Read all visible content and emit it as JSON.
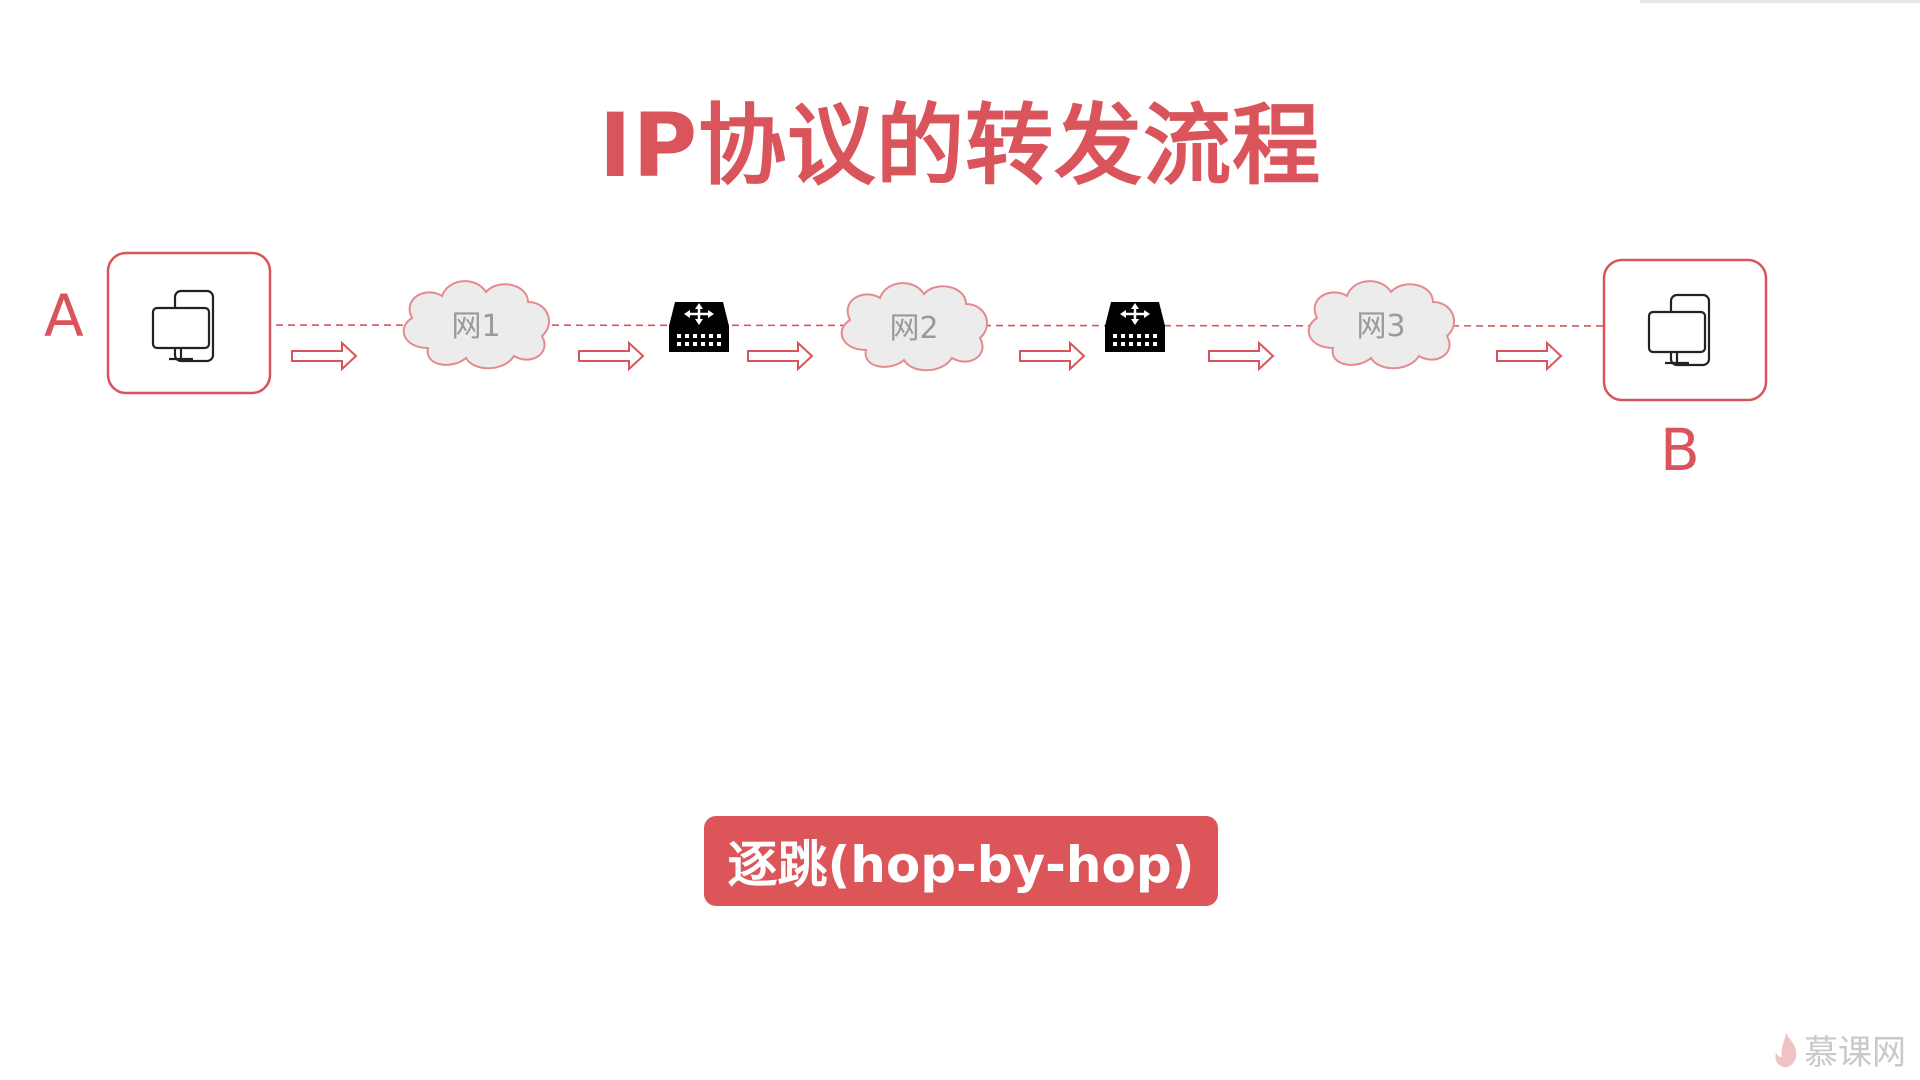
{
  "slide": {
    "title": "IP协议的转发流程",
    "badge_text": "逐跳(hop-by-hop)",
    "watermark_text": "慕课网"
  },
  "diagram": {
    "endpoints": [
      {
        "label": "A",
        "icon": "computer-icon"
      },
      {
        "label": "B",
        "icon": "computer-icon"
      }
    ],
    "networks": [
      {
        "label": "网1"
      },
      {
        "label": "网2"
      },
      {
        "label": "网3"
      }
    ],
    "routers": [
      {
        "icon": "router-icon"
      },
      {
        "icon": "router-icon"
      }
    ],
    "arrow_count": 6
  },
  "colors": {
    "accent": "#d9545b",
    "badge": "#dc5559",
    "cloud_fill": "#ececec",
    "cloud_stroke": "#e58a8e",
    "router": "#000000"
  }
}
